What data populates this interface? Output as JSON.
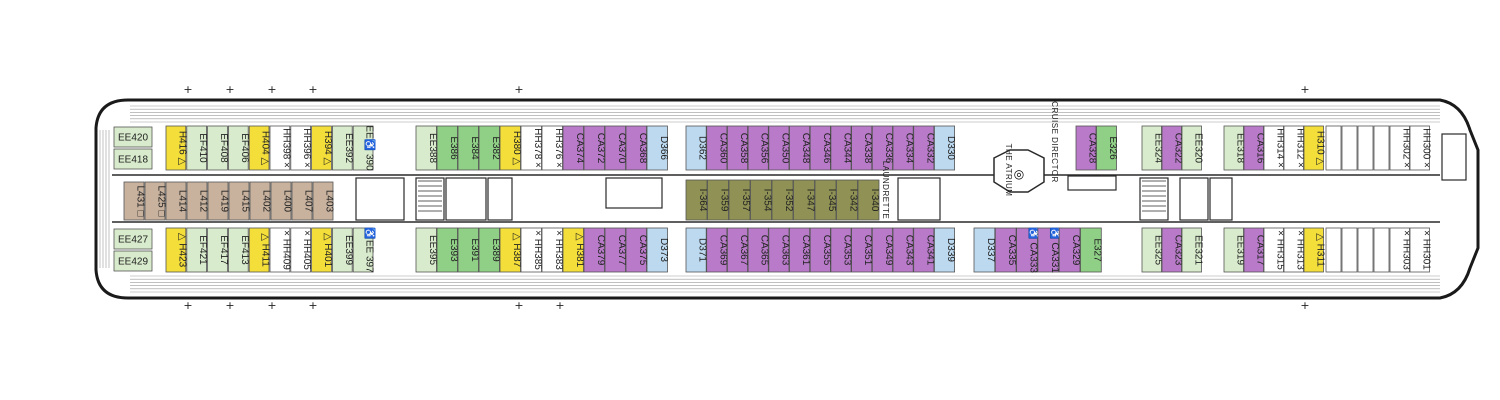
{
  "colors": {
    "hull": "#ffffff",
    "hull_stroke": "#1a1a1a",
    "deck_lines": "#9a9a9a",
    "walls": "#2a2a2a",
    "cabin_border": "#555555",
    "text": "#222222",
    "categories": {
      "EE": "#d8ebcc",
      "E": "#8fcf86",
      "EF": "#d8ebcc",
      "H": "#f4de3a",
      "HH": "#ffffff",
      "CA": "#b87ac9",
      "D": "#bcd9f0",
      "L": "#c8b29e",
      "I": "#8f9254",
      "WHITE": "#ffffff"
    }
  },
  "labels": {
    "laundrette": "LAUNDRETTE",
    "atrium": "THE ATRIUM",
    "cruise_director": "CRUISE DIRECTOR",
    "atrium_icon": "◎"
  },
  "marks": {
    "plus": "+"
  },
  "cabins": [
    {
      "id": "EE420",
      "cat": "EE",
      "ori": "h"
    },
    {
      "id": "EE418",
      "cat": "EE",
      "ori": "h"
    },
    {
      "id": "EE427",
      "cat": "EE",
      "ori": "h"
    },
    {
      "id": "EE429",
      "cat": "EE",
      "ori": "h"
    },
    {
      "id": "H416 △",
      "cat": "H"
    },
    {
      "id": "EF410",
      "cat": "EF"
    },
    {
      "id": "EF408",
      "cat": "EF"
    },
    {
      "id": "EF406",
      "cat": "EF"
    },
    {
      "id": "H404 △",
      "cat": "H"
    },
    {
      "id": "HH398 ×",
      "cat": "HH"
    },
    {
      "id": "HH396 ×",
      "cat": "HH"
    },
    {
      "id": "H394 △",
      "cat": "H"
    },
    {
      "id": "EE392",
      "cat": "EE"
    },
    {
      "id": "EE♿ 390",
      "cat": "EE"
    },
    {
      "id": "L431 □",
      "cat": "L"
    },
    {
      "id": "L425 □",
      "cat": "L"
    },
    {
      "id": "L414",
      "cat": "L"
    },
    {
      "id": "L412",
      "cat": "L"
    },
    {
      "id": "L419",
      "cat": "L"
    },
    {
      "id": "L415",
      "cat": "L"
    },
    {
      "id": "L402",
      "cat": "L"
    },
    {
      "id": "L400",
      "cat": "L"
    },
    {
      "id": "L407",
      "cat": "L"
    },
    {
      "id": "L403",
      "cat": "L"
    },
    {
      "id": "△ H423",
      "cat": "H"
    },
    {
      "id": "EF421",
      "cat": "EF"
    },
    {
      "id": "EF417",
      "cat": "EF"
    },
    {
      "id": "EF413",
      "cat": "EF"
    },
    {
      "id": "△ H411",
      "cat": "H"
    },
    {
      "id": "× HH409",
      "cat": "HH"
    },
    {
      "id": "× HH405",
      "cat": "HH"
    },
    {
      "id": "△ H401",
      "cat": "H"
    },
    {
      "id": "EE399",
      "cat": "EE"
    },
    {
      "id": "♿EE 397",
      "cat": "EE"
    },
    {
      "id": "EE388",
      "cat": "EE"
    },
    {
      "id": "E386",
      "cat": "E"
    },
    {
      "id": "E384",
      "cat": "E"
    },
    {
      "id": "E382",
      "cat": "E"
    },
    {
      "id": "H380 △",
      "cat": "H"
    },
    {
      "id": "HH378 ×",
      "cat": "HH"
    },
    {
      "id": "HH376 ×",
      "cat": "HH"
    },
    {
      "id": "CA374",
      "cat": "CA"
    },
    {
      "id": "CA372",
      "cat": "CA"
    },
    {
      "id": "CA370",
      "cat": "CA"
    },
    {
      "id": "CA368",
      "cat": "CA"
    },
    {
      "id": "D366",
      "cat": "D"
    },
    {
      "id": "EE395",
      "cat": "EE"
    },
    {
      "id": "E393",
      "cat": "E"
    },
    {
      "id": "E391",
      "cat": "E"
    },
    {
      "id": "E389",
      "cat": "E"
    },
    {
      "id": "△ H387",
      "cat": "H"
    },
    {
      "id": "× HH385",
      "cat": "HH"
    },
    {
      "id": "× HH383",
      "cat": "HH"
    },
    {
      "id": "△ H381",
      "cat": "H"
    },
    {
      "id": "CA379",
      "cat": "CA"
    },
    {
      "id": "CA377",
      "cat": "CA"
    },
    {
      "id": "CA375",
      "cat": "CA"
    },
    {
      "id": "D373",
      "cat": "D"
    },
    {
      "id": "D362",
      "cat": "D"
    },
    {
      "id": "CA360",
      "cat": "CA"
    },
    {
      "id": "CA358",
      "cat": "CA"
    },
    {
      "id": "CA356",
      "cat": "CA"
    },
    {
      "id": "CA350",
      "cat": "CA"
    },
    {
      "id": "CA348",
      "cat": "CA"
    },
    {
      "id": "CA346",
      "cat": "CA"
    },
    {
      "id": "CA344",
      "cat": "CA"
    },
    {
      "id": "CA338",
      "cat": "CA"
    },
    {
      "id": "CA336",
      "cat": "CA"
    },
    {
      "id": "CA334",
      "cat": "CA"
    },
    {
      "id": "CA332",
      "cat": "CA"
    },
    {
      "id": "D330",
      "cat": "D"
    },
    {
      "id": "I-364",
      "cat": "I"
    },
    {
      "id": "I-359",
      "cat": "I"
    },
    {
      "id": "I-357",
      "cat": "I"
    },
    {
      "id": "I-354",
      "cat": "I"
    },
    {
      "id": "I-352",
      "cat": "I"
    },
    {
      "id": "I-347",
      "cat": "I"
    },
    {
      "id": "I-345",
      "cat": "I"
    },
    {
      "id": "I-342",
      "cat": "I"
    },
    {
      "id": "I-340",
      "cat": "I"
    },
    {
      "id": "D371",
      "cat": "D"
    },
    {
      "id": "CA369",
      "cat": "CA"
    },
    {
      "id": "CA367",
      "cat": "CA"
    },
    {
      "id": "CA365",
      "cat": "CA"
    },
    {
      "id": "CA363",
      "cat": "CA"
    },
    {
      "id": "CA361",
      "cat": "CA"
    },
    {
      "id": "CA355",
      "cat": "CA"
    },
    {
      "id": "CA353",
      "cat": "CA"
    },
    {
      "id": "CA351",
      "cat": "CA"
    },
    {
      "id": "CA349",
      "cat": "CA"
    },
    {
      "id": "CA343",
      "cat": "CA"
    },
    {
      "id": "CA341",
      "cat": "CA"
    },
    {
      "id": "D339",
      "cat": "D"
    },
    {
      "id": "CA328",
      "cat": "CA"
    },
    {
      "id": "E326",
      "cat": "E"
    },
    {
      "id": "D337",
      "cat": "D"
    },
    {
      "id": "CA335",
      "cat": "CA"
    },
    {
      "id": "♿ CA333",
      "cat": "CA"
    },
    {
      "id": "♿ CA331",
      "cat": "CA"
    },
    {
      "id": "CA329",
      "cat": "CA"
    },
    {
      "id": "E327",
      "cat": "E"
    },
    {
      "id": "EE324",
      "cat": "EE"
    },
    {
      "id": "CA322",
      "cat": "CA"
    },
    {
      "id": "EE320",
      "cat": "EE"
    },
    {
      "id": "EE325",
      "cat": "EE"
    },
    {
      "id": "CA323",
      "cat": "CA"
    },
    {
      "id": "EE321",
      "cat": "EE"
    },
    {
      "id": "EE318",
      "cat": "EE"
    },
    {
      "id": "CA316",
      "cat": "CA"
    },
    {
      "id": "HH314 ×",
      "cat": "HH"
    },
    {
      "id": "HH312 ×",
      "cat": "HH"
    },
    {
      "id": "H310 △",
      "cat": "H"
    },
    {
      "id": "HH302 ×",
      "cat": "HH"
    },
    {
      "id": "HH300 ×",
      "cat": "HH"
    },
    {
      "id": "EE319",
      "cat": "EE"
    },
    {
      "id": "CA317",
      "cat": "CA"
    },
    {
      "id": "× HH315",
      "cat": "HH"
    },
    {
      "id": "× HH313",
      "cat": "HH"
    },
    {
      "id": "△ H311",
      "cat": "H"
    },
    {
      "id": "× HH303",
      "cat": "HH"
    },
    {
      "id": "× HH301",
      "cat": "HH"
    }
  ]
}
